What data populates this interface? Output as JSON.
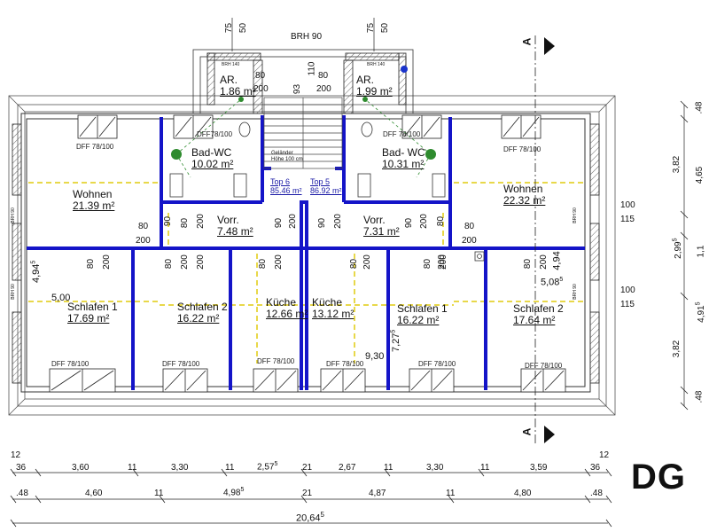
{
  "plan": {
    "label": "DG",
    "section_marker": "A",
    "brh_top": "BRH 90",
    "railing": [
      "Geländer",
      "Höhe 100 cm"
    ],
    "rooms": [
      {
        "name": "AR.",
        "area": "1.86 m²"
      },
      {
        "name": "AR.",
        "area": "1.99 m²"
      },
      {
        "name": "Bad-WC",
        "area": "10.02 m²"
      },
      {
        "name": "Bad- WC",
        "area": "10.31 m²"
      },
      {
        "name": "Wohnen",
        "area": "21.39 m²"
      },
      {
        "name": "Wohnen",
        "area": "22.32 m²"
      },
      {
        "name": "Vorr.",
        "area": "7.48 m²"
      },
      {
        "name": "Vorr.",
        "area": "7.31 m²"
      },
      {
        "name": "Schlafen 1",
        "area": "17.69 m²"
      },
      {
        "name": "Schlafen 2",
        "area": "16.22 m²"
      },
      {
        "name": "Küche",
        "area": "12.66 m²"
      },
      {
        "name": "Küche",
        "area": "13.12 m²"
      },
      {
        "name": "Schlafen 1",
        "area": "16.22 m²"
      },
      {
        "name": "Schlafen 2",
        "area": "17.64 m²"
      }
    ],
    "units": [
      {
        "name": "Top 6",
        "area": "85.46 m²"
      },
      {
        "name": "Top 5",
        "area": "86.92 m²"
      }
    ],
    "windows": {
      "dff_top": [
        "DFF78/100",
        "DFF 78/100",
        "DFF 78/100",
        "DFF 78/100"
      ],
      "dff_bottom": [
        "DFF 78/100",
        "DFF 78/100",
        "DFF 78/100",
        "DFF 78/100",
        "DFF 78/100",
        "DFF 78/100"
      ],
      "brh_small": [
        "BRH 140",
        "BRH 140",
        "BRH 90",
        "BRH 90",
        "BRH 90",
        "BRH 90"
      ]
    },
    "door_dims": {
      "dormer": [
        "80",
        "200",
        "93",
        "110",
        "80",
        "200",
        "75",
        "50",
        "75",
        "50"
      ],
      "row1": [
        "80",
        "200",
        "80",
        "200",
        "90",
        "200",
        "90",
        "200",
        "90",
        "200",
        "90",
        "200",
        "80",
        "200",
        "80",
        "200"
      ],
      "row2": [
        "80",
        "200",
        "80",
        "200",
        "80",
        "200",
        "80",
        "200",
        "80",
        "200",
        "80",
        "200"
      ]
    },
    "inner_dims": [
      "5,00",
      "4,94",
      "9,30",
      "7,27",
      "5,08",
      "4,94"
    ],
    "inner_dim_sup": [
      "5",
      "5",
      "5"
    ],
    "right_openings": [
      "100",
      "115",
      "100",
      "115"
    ],
    "right_dims": [
      ".48",
      "3,82",
      "4,65",
      "1,1",
      "2,99",
      "4,91",
      "3,82",
      ".48"
    ],
    "right_dim_sup": [
      "5",
      "5"
    ],
    "bottom_row1": [
      "12",
      "36",
      "3,60",
      "11",
      "3,30",
      "11",
      "2,57",
      "21",
      "2,67",
      "11",
      "3,30",
      "11",
      "3,59",
      "36",
      "12"
    ],
    "bottom_row1_sup": "5",
    "bottom_row2": [
      ".48",
      "4,60",
      "11",
      "4,98",
      "21",
      "4,87",
      "11",
      "4,80",
      ".48"
    ],
    "bottom_row2_sup": "5",
    "total": "20,64",
    "total_sup": "5"
  }
}
